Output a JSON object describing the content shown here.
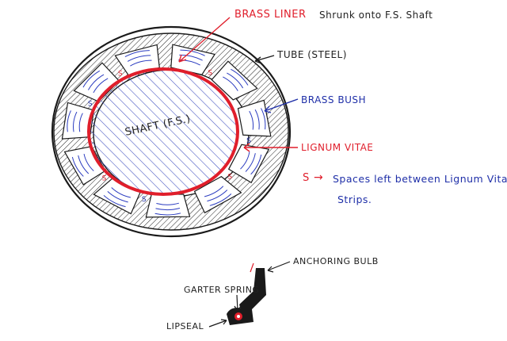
{
  "colors": {
    "red": "#e01e2b",
    "blue": "#1f2fa8",
    "ink": "#1a1a1a",
    "bg": "#ffffff"
  },
  "labels": {
    "brass_liner": "BRASS LINER",
    "brass_liner_note": "Shrunk onto F.S. Shaft",
    "tube": "TUBE (STEEL)",
    "brass_bush": "BRASS BUSH",
    "lignum_vitae": "LIGNUM VITAE",
    "shaft": "SHAFT (F.S.)",
    "space_marker": "S",
    "legend_arrow": "→",
    "legend_line1": "Spaces left between Lignum Vitae",
    "legend_line2": "Strips.",
    "anchoring_bulb": "ANCHORING BULB",
    "garter_spring": "GARTER SPRING",
    "lip_seal": "LIPSEAL"
  }
}
